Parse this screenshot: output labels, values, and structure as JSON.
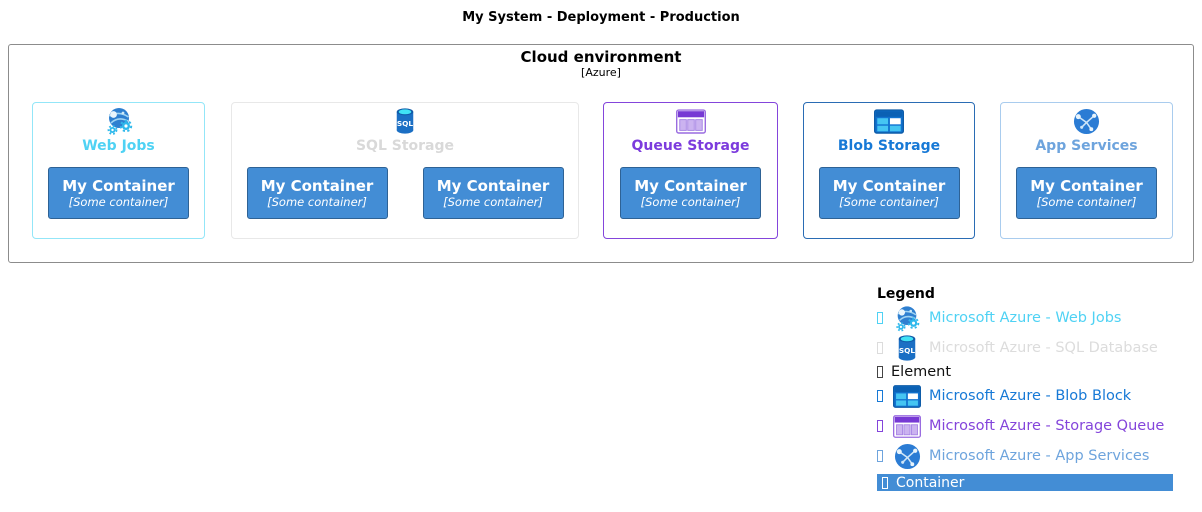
{
  "page_title": "My System - Deployment - Production",
  "boundary": {
    "title": "Cloud environment",
    "subtitle": "[Azure]",
    "border_color": "#8c8c8c"
  },
  "container_style": {
    "background": "#438dd5",
    "border": "#2e6295",
    "text_color": "#ffffff"
  },
  "groups": [
    {
      "label": "Web Jobs",
      "icon": "azure-web-jobs-icon",
      "text_color": "#4fd2f4",
      "border_color": "#93e6f8",
      "containers": [
        {
          "title": "My Container",
          "subtitle": "[Some container]"
        }
      ]
    },
    {
      "label": "SQL Storage",
      "icon": "azure-sql-database-icon",
      "text_color": "#d9d9d9",
      "border_color": "#e8e8e8",
      "containers": [
        {
          "title": "My Container",
          "subtitle": "[Some container]"
        },
        {
          "title": "My Container",
          "subtitle": "[Some container]"
        }
      ]
    },
    {
      "label": "Queue Storage",
      "icon": "azure-storage-queue-icon",
      "text_color": "#7c3bdd",
      "border_color": "#8445db",
      "containers": [
        {
          "title": "My Container",
          "subtitle": "[Some container]"
        }
      ]
    },
    {
      "label": "Blob Storage",
      "icon": "azure-blob-block-icon",
      "text_color": "#1779d6",
      "border_color": "#2a6cb4",
      "containers": [
        {
          "title": "My Container",
          "subtitle": "[Some container]"
        }
      ]
    },
    {
      "label": "App Services",
      "icon": "azure-app-services-icon",
      "text_color": "#6ea4dd",
      "border_color": "#a9ccee",
      "containers": [
        {
          "title": "My Container",
          "subtitle": "[Some container]"
        }
      ]
    }
  ],
  "legend": {
    "title": "Legend",
    "items": [
      {
        "label": "Microsoft Azure - Web Jobs",
        "icon": "azure-web-jobs-icon",
        "color": "#4fd2f4"
      },
      {
        "label": "Microsoft Azure - SQL Database",
        "icon": "azure-sql-database-icon",
        "color": "#dcdcdc"
      },
      {
        "label": "Element",
        "icon": "none",
        "color": "#111111"
      },
      {
        "label": "Microsoft Azure - Blob Block",
        "icon": "azure-blob-block-icon",
        "color": "#1779d6"
      },
      {
        "label": "Microsoft Azure - Storage Queue",
        "icon": "azure-storage-queue-icon",
        "color": "#8445db"
      },
      {
        "label": "Microsoft Azure - App Services",
        "icon": "azure-app-services-icon",
        "color": "#6ea4dd"
      }
    ],
    "container_item": {
      "label": "Container",
      "background": "#438dd5",
      "color": "#ffffff"
    }
  }
}
